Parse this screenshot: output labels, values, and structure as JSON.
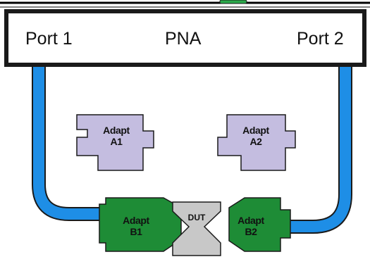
{
  "instrument": {
    "port1_label": "Port 1",
    "name_label": "PNA",
    "port2_label": "Port 2"
  },
  "adapters": {
    "a1": {
      "line1": "Adapt",
      "line2": "A1"
    },
    "a2": {
      "line1": "Adapt",
      "line2": "A2"
    },
    "b1": {
      "line1": "Adapt",
      "line2": "B1"
    },
    "b2": {
      "line1": "Adapt",
      "line2": "B2"
    }
  },
  "dut_label": "DUT",
  "colors": {
    "cable": "#1e8ee6",
    "adapter_a_fill": "#c4bde0",
    "adapter_b_fill": "#1e8c36",
    "dut_fill": "#c8c8c8",
    "outline": "#1a1a1a",
    "accent_tab": "#2aa84a"
  }
}
